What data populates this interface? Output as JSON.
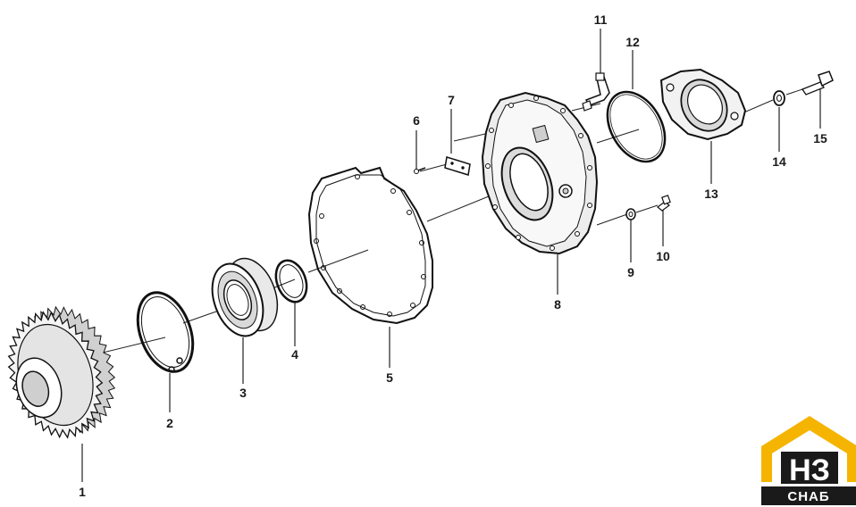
{
  "diagram": {
    "callouts": [
      {
        "id": "1",
        "label": "1"
      },
      {
        "id": "2",
        "label": "2"
      },
      {
        "id": "3",
        "label": "3"
      },
      {
        "id": "4",
        "label": "4"
      },
      {
        "id": "5",
        "label": "5"
      },
      {
        "id": "6",
        "label": "6"
      },
      {
        "id": "7",
        "label": "7"
      },
      {
        "id": "8",
        "label": "8"
      },
      {
        "id": "9",
        "label": "9"
      },
      {
        "id": "10",
        "label": "10"
      },
      {
        "id": "11",
        "label": "11"
      },
      {
        "id": "12",
        "label": "12"
      },
      {
        "id": "13",
        "label": "13"
      },
      {
        "id": "14",
        "label": "14"
      },
      {
        "id": "15",
        "label": "15"
      }
    ]
  },
  "logo": {
    "top_text": "НЗ",
    "bottom_text": "СНАБ",
    "accent_color": "#f5b400",
    "dark_color": "#1a1a1a"
  }
}
